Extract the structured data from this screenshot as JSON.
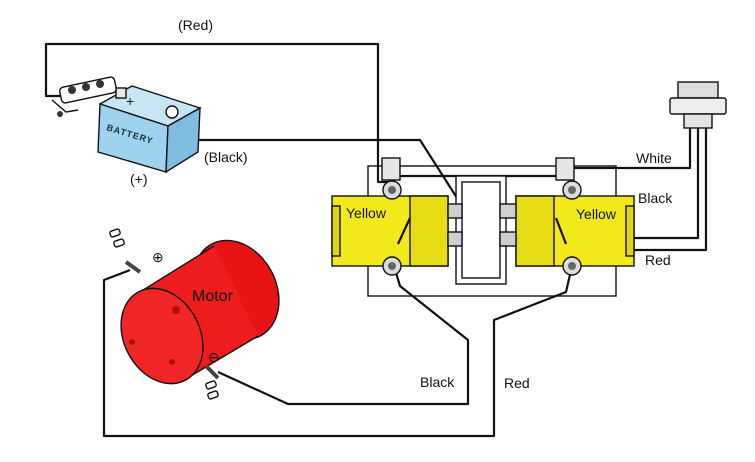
{
  "labels": {
    "top_red": "(Red)",
    "battery_black": "(Black)",
    "battery_positive": "(+)",
    "battery_text": "BATTERY",
    "solenoid_left": "Yellow",
    "solenoid_right": "Yellow",
    "motor": "Motor",
    "wire_white": "White",
    "wire_black_right": "Black",
    "wire_red_right": "Red",
    "wire_black_bottom": "Black",
    "wire_red_bottom": "Red",
    "motor_plus": "⊕",
    "motor_minus": "⊖",
    "battery_plus_sign": "+"
  },
  "colors": {
    "battery_fill": "#9ed3ef",
    "solenoid_fill": "#f3e81a",
    "motor_fill": "#ee1c1c",
    "wire": "#111111",
    "background": "#ffffff"
  }
}
